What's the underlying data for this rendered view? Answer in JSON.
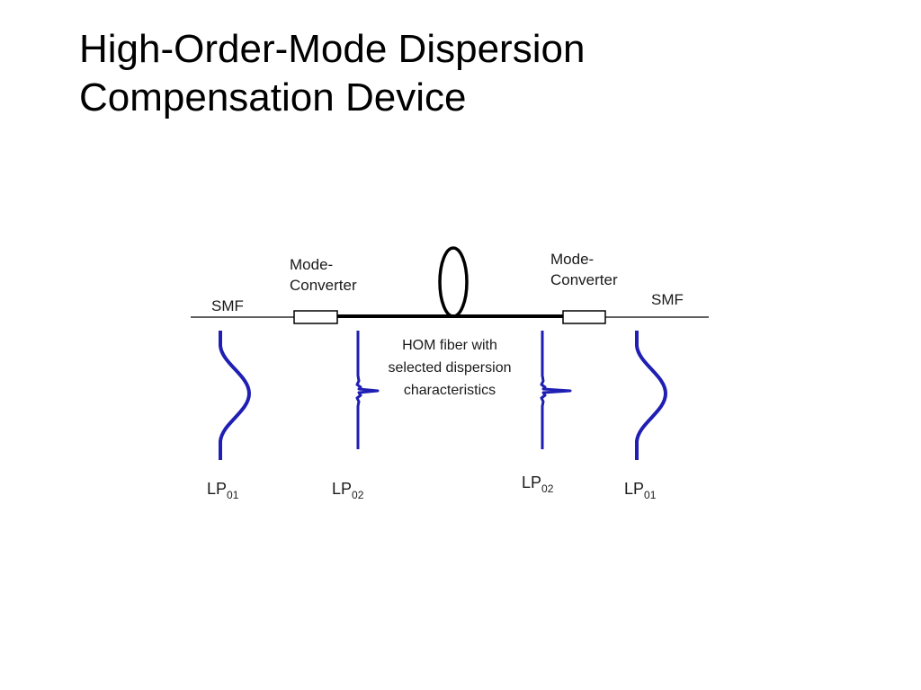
{
  "slide": {
    "title_line1": "High-Order-Mode Dispersion",
    "title_line2": "Compensation Device"
  },
  "diagram": {
    "left_fiber_label": "SMF",
    "right_fiber_label": "SMF",
    "left_converter_label_line1": "Mode-",
    "left_converter_label_line2": "Converter",
    "right_converter_label_line1": "Mode-",
    "right_converter_label_line2": "Converter",
    "hom_fiber_label_line1": "HOM  fiber with",
    "hom_fiber_label_line2": "selected dispersion",
    "hom_fiber_label_line3": "characteristics",
    "modes": [
      {
        "base": "LP",
        "sub": "01"
      },
      {
        "base": "LP",
        "sub": "02"
      },
      {
        "base": "LP",
        "sub": "02"
      },
      {
        "base": "LP",
        "sub": "01"
      }
    ]
  },
  "colors": {
    "mode_profile": "#1f1fb4",
    "fiber_line": "#000000",
    "text": "#1a1a1a"
  }
}
